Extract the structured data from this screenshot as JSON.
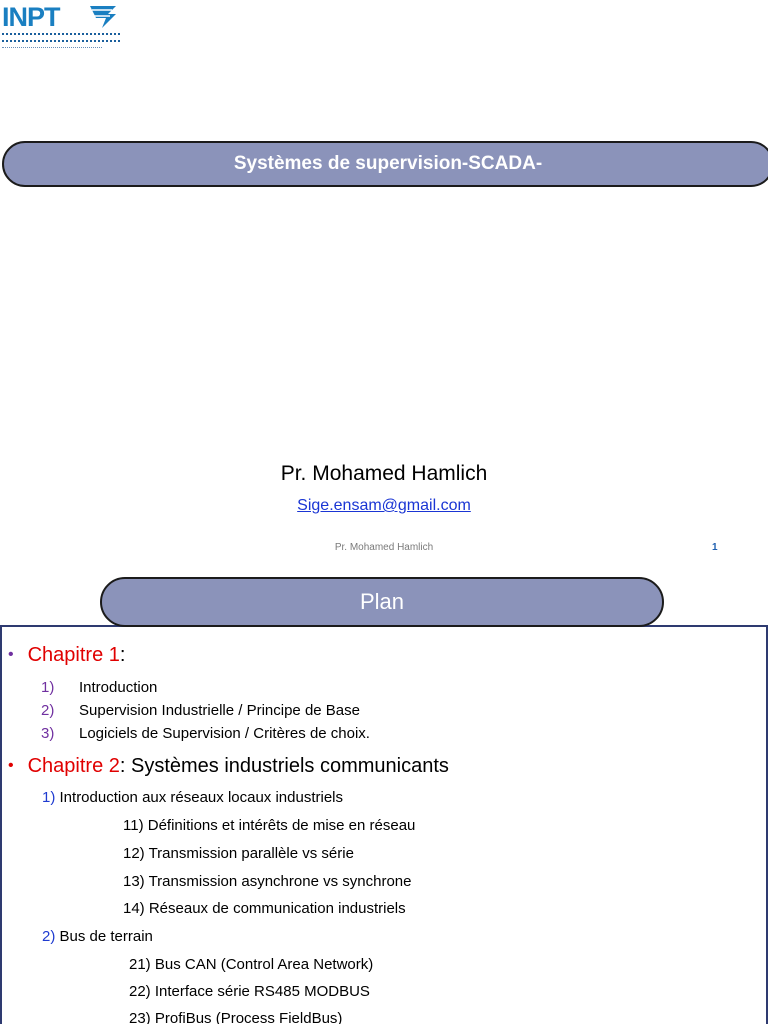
{
  "slide1": {
    "logo": {
      "text": "INPT"
    },
    "title": "Systèmes de supervision-SCADA-",
    "author": "Pr. Mohamed Hamlich",
    "email": "Sige.ensam@gmail.com",
    "footer": "Pr. Mohamed Hamlich",
    "page_number": "1"
  },
  "slide2": {
    "title": "Plan",
    "chapter1": {
      "label": "Chapitre 1",
      "suffix": ":",
      "items": [
        {
          "num": "1)",
          "text": "Introduction"
        },
        {
          "num": "2)",
          "text": "Supervision Industrielle / Principe de Base"
        },
        {
          "num": "3)",
          "text": "Logiciels de Supervision / Critères de choix."
        }
      ]
    },
    "chapter2": {
      "label": "Chapitre 2",
      "suffix": ": Systèmes industriels communicants",
      "section1": {
        "num": "1)",
        "text": " Introduction aux réseaux locaux industriels"
      },
      "section1_items": [
        "11) Définitions et intérêts de mise en réseau",
        "12) Transmission parallèle vs série",
        "13) Transmission asynchrone vs synchrone",
        "14) Réseaux de communication industriels"
      ],
      "section2": {
        "num": "2)",
        "text": " Bus de terrain"
      },
      "section2_items": [
        "21) Bus CAN (Control Area Network)",
        "22) Interface série RS485 MODBUS",
        "23) ProfiBus (Process FieldBus)"
      ]
    }
  }
}
